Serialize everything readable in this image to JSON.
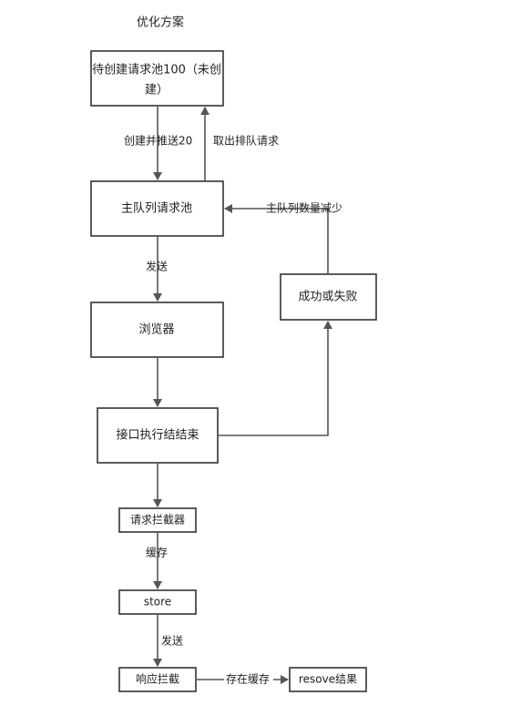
{
  "title": "优化方案",
  "nodes": {
    "pending_pool": {
      "line1": "待创建请求池100（未创",
      "line2": "建）"
    },
    "main_queue": {
      "label": "主队列请求池"
    },
    "browser": {
      "label": "浏览器"
    },
    "api_done": {
      "label": "接口执行结结束"
    },
    "success_fail": {
      "label": "成功或失败"
    },
    "request_interceptor": {
      "label": "请求拦截器"
    },
    "store": {
      "label": "store"
    },
    "response_interceptor": {
      "label": "响应拦截"
    },
    "resolve_result": {
      "label": "resove结果"
    }
  },
  "edges": {
    "create_push": "创建并推送20",
    "dequeue": "取出排队请求",
    "send_1": "发送",
    "queue_decrease": "主队列数量减少",
    "cache": "缓存",
    "send_2": "发送",
    "save_cache": "存在缓存"
  },
  "colors": {
    "box_stroke": "#333333",
    "arrow": "#555555",
    "text": "#222222"
  }
}
